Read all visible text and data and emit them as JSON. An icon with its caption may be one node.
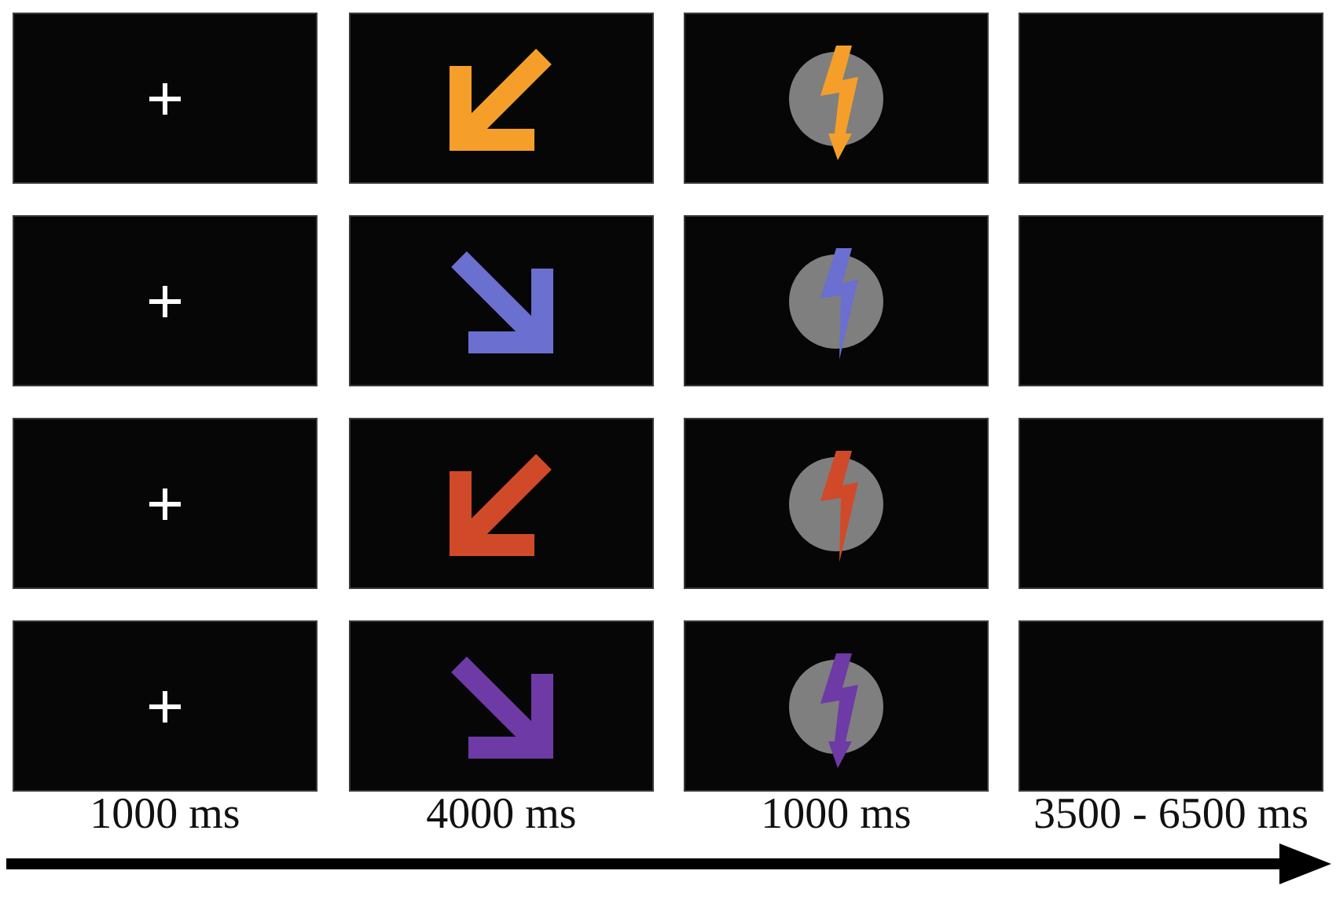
{
  "diagram": {
    "nodes": [
      {
        "text": [],
        "shape": "picture"
      },
      {
        "text": [],
        "shape": "picture"
      },
      {
        "text": [],
        "shape": "picture"
      },
      {
        "text": [],
        "shape": "box"
      },
      {
        "text": [],
        "shape": "picture"
      },
      {
        "text": [],
        "shape": "picture"
      },
      {
        "text": [],
        "shape": "picture"
      },
      {
        "text": [],
        "shape": "box"
      },
      {
        "text": [],
        "shape": "picture"
      },
      {
        "text": [],
        "shape": "picture"
      },
      {
        "text": [],
        "shape": "picture"
      },
      {
        "text": [],
        "shape": "box"
      },
      {
        "text": [],
        "shape": "picture"
      },
      {
        "text": [],
        "shape": "picture"
      },
      {
        "text": [],
        "shape": "picture"
      },
      {
        "text": [],
        "shape": "box"
      }
    ],
    "labels": [
      "1000 ms",
      "4000 ms",
      "1000 ms",
      "3500 - 6500 ms"
    ]
  }
}
